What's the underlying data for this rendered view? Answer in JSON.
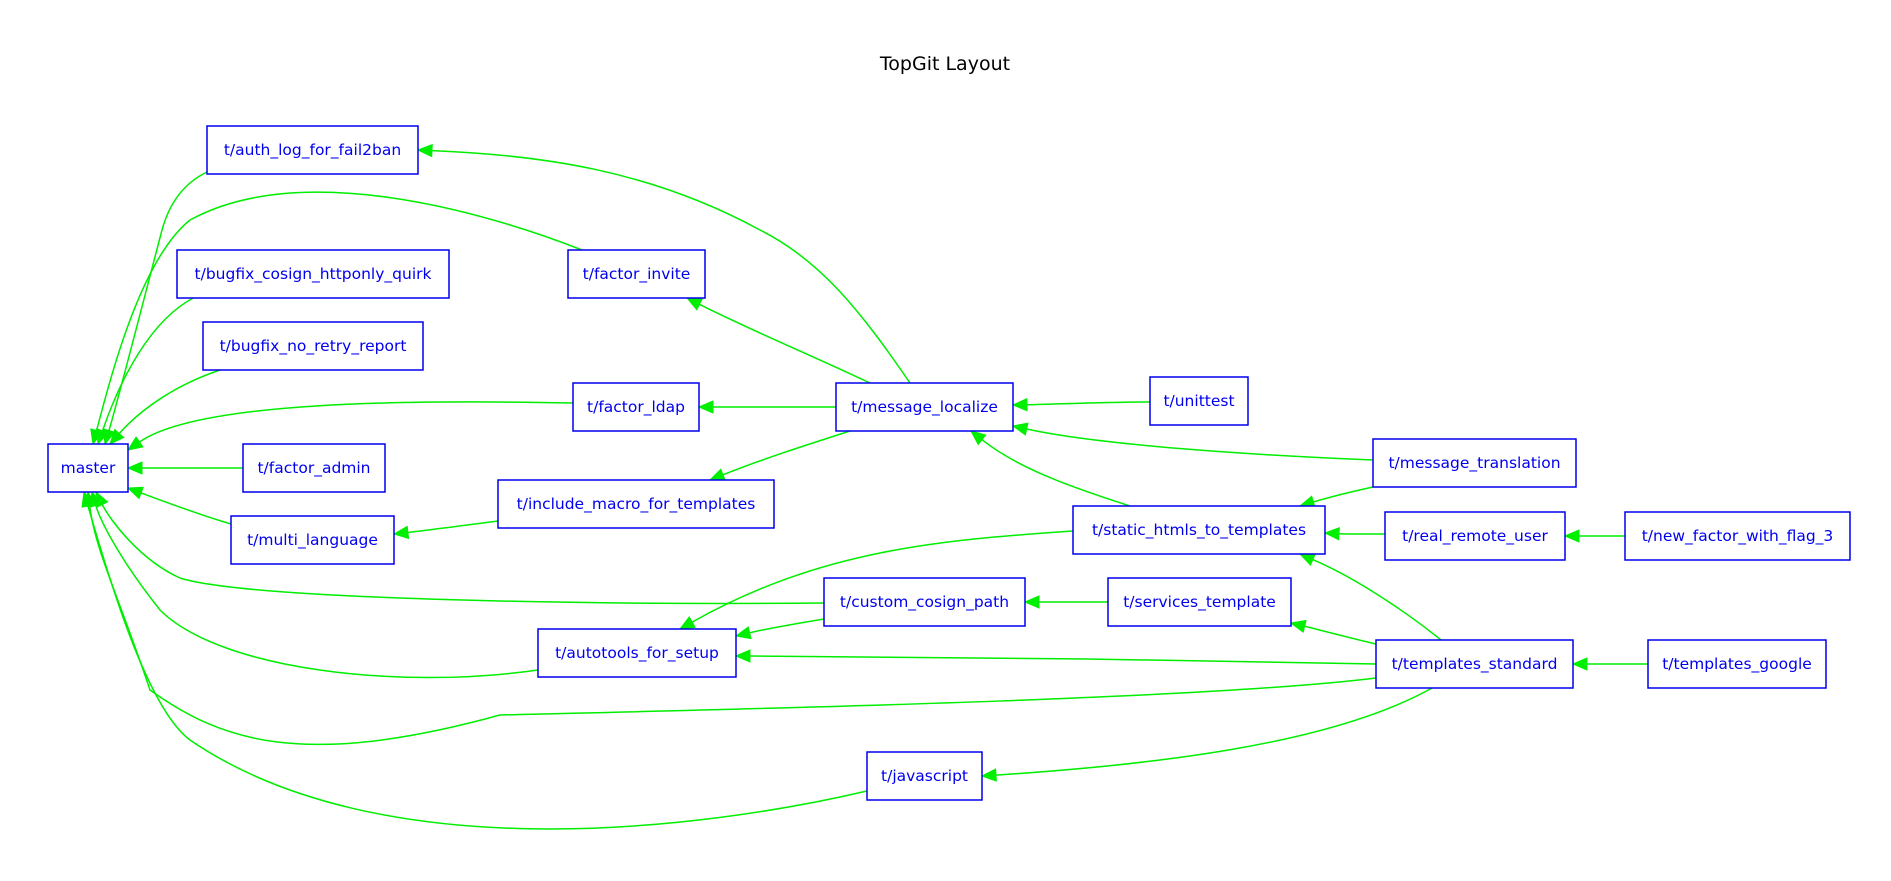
{
  "title": "TopGit Layout",
  "colors": {
    "node_text": "#0000ee",
    "node_border": "#0000ee",
    "edge": "#00ee00",
    "background": "#ffffff"
  },
  "nodes": [
    {
      "id": "master",
      "label": "master"
    },
    {
      "id": "auth_log",
      "label": "t/auth_log_for_fail2ban"
    },
    {
      "id": "bugfix_cosign",
      "label": "t/bugfix_cosign_httponly_quirk"
    },
    {
      "id": "bugfix_retry",
      "label": "t/bugfix_no_retry_report"
    },
    {
      "id": "factor_admin",
      "label": "t/factor_admin"
    },
    {
      "id": "multi_language",
      "label": "t/multi_language"
    },
    {
      "id": "factor_invite",
      "label": "t/factor_invite"
    },
    {
      "id": "factor_ldap",
      "label": "t/factor_ldap"
    },
    {
      "id": "include_macro",
      "label": "t/include_macro_for_templates"
    },
    {
      "id": "autotools",
      "label": "t/autotools_for_setup"
    },
    {
      "id": "javascript",
      "label": "t/javascript"
    },
    {
      "id": "message_localize",
      "label": "t/message_localize"
    },
    {
      "id": "custom_cosign",
      "label": "t/custom_cosign_path"
    },
    {
      "id": "unittest",
      "label": "t/unittest"
    },
    {
      "id": "static_htmls",
      "label": "t/static_htmls_to_templates"
    },
    {
      "id": "services_template",
      "label": "t/services_template"
    },
    {
      "id": "message_translation",
      "label": "t/message_translation"
    },
    {
      "id": "real_remote_user",
      "label": "t/real_remote_user"
    },
    {
      "id": "templates_standard",
      "label": "t/templates_standard"
    },
    {
      "id": "new_factor",
      "label": "t/new_factor_with_flag_3"
    },
    {
      "id": "templates_google",
      "label": "t/templates_google"
    }
  ],
  "edges": [
    {
      "from": "auth_log",
      "to": "master"
    },
    {
      "from": "bugfix_cosign",
      "to": "master"
    },
    {
      "from": "bugfix_retry",
      "to": "master"
    },
    {
      "from": "factor_admin",
      "to": "master"
    },
    {
      "from": "multi_language",
      "to": "master"
    },
    {
      "from": "factor_invite",
      "to": "master"
    },
    {
      "from": "factor_ldap",
      "to": "master"
    },
    {
      "from": "autotools",
      "to": "master"
    },
    {
      "from": "custom_cosign",
      "to": "master"
    },
    {
      "from": "templates_standard",
      "to": "master"
    },
    {
      "from": "javascript",
      "to": "master"
    },
    {
      "from": "include_macro",
      "to": "multi_language"
    },
    {
      "from": "message_localize",
      "to": "auth_log"
    },
    {
      "from": "message_localize",
      "to": "factor_invite"
    },
    {
      "from": "message_localize",
      "to": "factor_ldap"
    },
    {
      "from": "message_localize",
      "to": "include_macro"
    },
    {
      "from": "unittest",
      "to": "message_localize"
    },
    {
      "from": "message_translation",
      "to": "message_localize"
    },
    {
      "from": "static_htmls",
      "to": "message_localize"
    },
    {
      "from": "message_translation",
      "to": "static_htmls"
    },
    {
      "from": "static_htmls",
      "to": "autotools"
    },
    {
      "from": "custom_cosign",
      "to": "autotools"
    },
    {
      "from": "services_template",
      "to": "custom_cosign"
    },
    {
      "from": "real_remote_user",
      "to": "static_htmls"
    },
    {
      "from": "new_factor",
      "to": "real_remote_user"
    },
    {
      "from": "templates_standard",
      "to": "static_htmls"
    },
    {
      "from": "templates_standard",
      "to": "services_template"
    },
    {
      "from": "templates_standard",
      "to": "autotools"
    },
    {
      "from": "templates_standard",
      "to": "javascript"
    },
    {
      "from": "templates_google",
      "to": "templates_standard"
    }
  ]
}
